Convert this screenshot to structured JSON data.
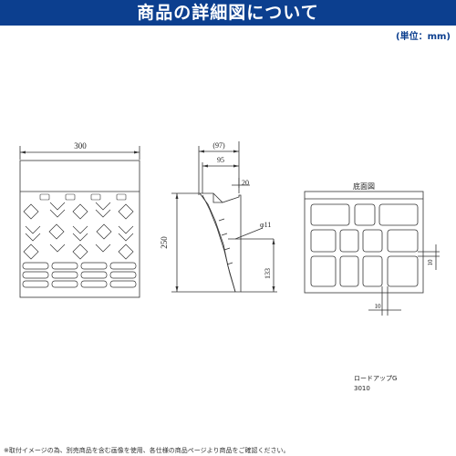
{
  "header": {
    "title": "商品の詳細図について",
    "bg_color": "#0c3f8f"
  },
  "unit_label": "(単位：mm)",
  "front_view": {
    "width_dim": "300",
    "height_dim": "250"
  },
  "side_view": {
    "top_dim": "(97)",
    "depth_dim": "95",
    "step_dim": "20",
    "diameter_dim": "φ11",
    "hole_height_dim": "133"
  },
  "bottom_view": {
    "title": "底面図",
    "dim_right": "10",
    "dim_bottom": "10"
  },
  "product": {
    "name": "ロードアップG",
    "code": "3010"
  },
  "footer": {
    "note": "※取付イメージの為、別売商品を含む画像を使用、各仕様の商品ページより商品をご確認ください。"
  }
}
